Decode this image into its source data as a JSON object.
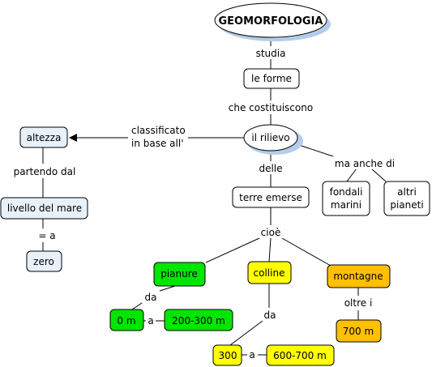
{
  "colors": {
    "blue_node": "#e9f1f8",
    "white_node": "#ffffff",
    "green_node": "#00e600",
    "yellow_node": "#ffff00",
    "orange_node": "#ffc000",
    "shadow": "#b3cdea"
  },
  "nodes": {
    "geomorfologia": "GEOMORFOLOGIA",
    "le_forme": "le forme",
    "il_rilievo": "il rilievo",
    "altezza": "altezza",
    "livello_del_mare": "livello del mare",
    "zero": "zero",
    "terre_emerse": "terre emerse",
    "fondali_1": "fondali",
    "fondali_2": "marini",
    "altri_1": "altri",
    "altri_2": "pianeti",
    "pianure": "pianure",
    "colline": "colline",
    "montagne": "montagne",
    "zero_m": "0 m",
    "range_200_300": "200-300 m",
    "val_300": "300",
    "range_600_700": "600-700 m",
    "val_700": "700 m"
  },
  "links": {
    "studia": "studia",
    "che_costituiscono": "che costituiscono",
    "classificato_1": "classificato",
    "classificato_2": "in base all'",
    "partendo_dal": "partendo dal",
    "uguale_a": "= a",
    "delle": "delle",
    "ma_anche_di": "ma anche di",
    "cioe": "cioè",
    "da_pianure": "da",
    "a_pianure": "a",
    "da_colline": "da",
    "a_colline": "a",
    "oltre_i": "oltre i"
  }
}
